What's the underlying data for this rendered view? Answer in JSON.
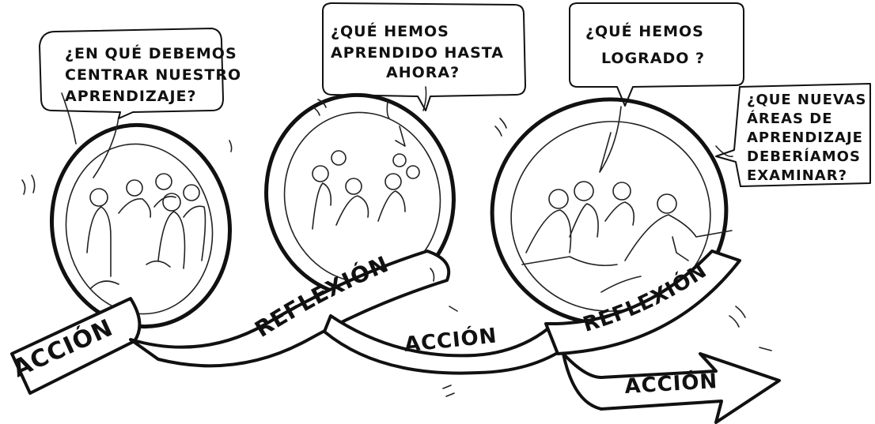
{
  "bubbles": {
    "b1": [
      "¿EN QUÉ DEBEMOS",
      "CENTRAR NUESTRO",
      "APRENDIZAJE?"
    ],
    "b2": [
      "¿QUÉ HEMOS",
      "APRENDIDO HASTA",
      "AHORA?"
    ],
    "b3": [
      "¿QUÉ HEMOS",
      "LOGRADO ?"
    ],
    "b4": [
      "¿QUE NUEVAS",
      "ÁREAS DE",
      "APRENDIZAJE",
      "DEBERÍAMOS",
      "EXAMINAR?"
    ]
  },
  "labels": {
    "accion_1": "ACCIÓN",
    "reflexion_1": "REFLEXIÓN",
    "accion_2": "ACCIÓN",
    "reflexion_2": "REFLEXIÓN",
    "accion_3": "ACCIÓN"
  }
}
